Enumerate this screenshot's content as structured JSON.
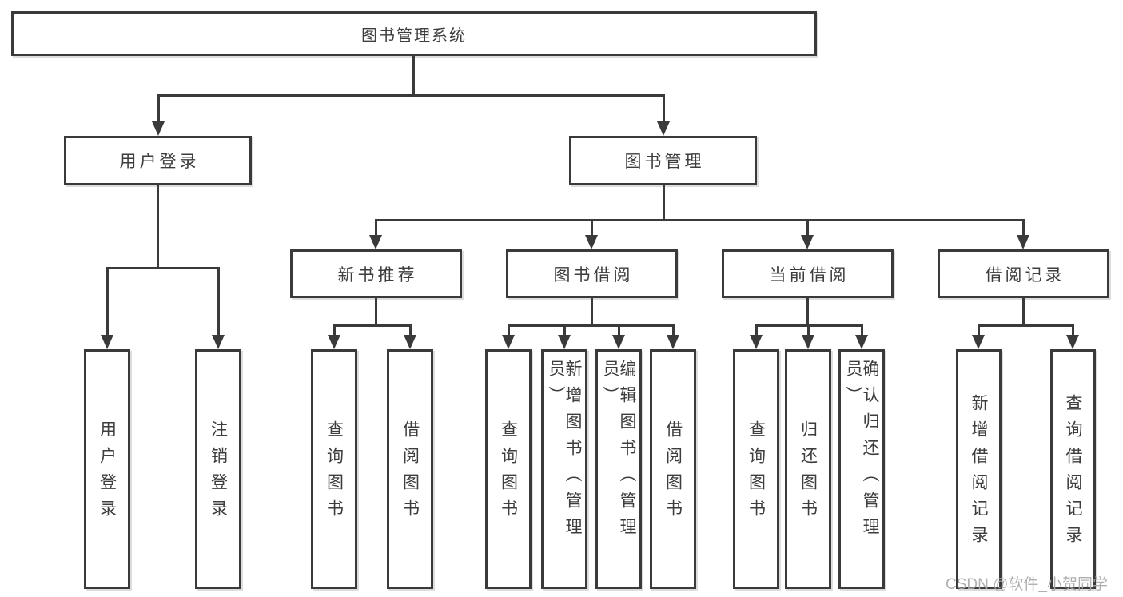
{
  "diagram_title": "图书管理系统",
  "nodes": {
    "root": "图书管理系统",
    "level2": [
      "用户登录",
      "图书管理"
    ],
    "level3": [
      "新书推荐",
      "图书借阅",
      "当前借阅",
      "借阅记录"
    ],
    "leaves": [
      "用户登录",
      "注销登录",
      "查询图书",
      "借阅图书",
      "查询图书",
      "新增图书（管理员）",
      "编辑图书（管理员）",
      "借阅图书",
      "查询图书",
      "归还图书",
      "确认归还（管理员）",
      "新增借阅记录",
      "查询借阅记录"
    ]
  },
  "watermark": "CSDN @软件_小贺同学",
  "colors": {
    "line": "#3a3a3a",
    "text": "#3d3d3d",
    "box_background": "#ffffff",
    "watermark": "#a8a8a8",
    "background": "#ffffff"
  }
}
